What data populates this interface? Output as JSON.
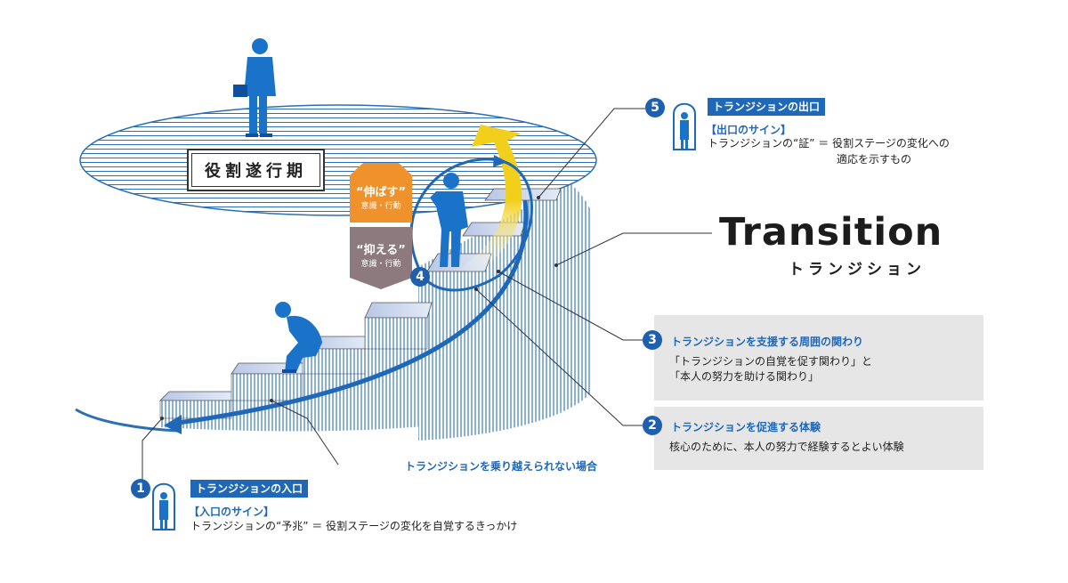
{
  "title": "Transition",
  "subtitle": "トランジション",
  "stage_label": "役割遂行期",
  "tags": {
    "extend": {
      "main": "“伸ばす”",
      "sub": "意識・行動",
      "color": "#f0922b"
    },
    "suppress": {
      "main": "“抑える”",
      "sub": "意識・行動",
      "color": "#8c7a7e"
    }
  },
  "fail_label": "トランジションを乗り越えられない場合",
  "entrance": {
    "number": "1",
    "heading": "トランジションの入口",
    "sign_title": "【入口のサイン】",
    "text": "トランジションの“予兆” ＝ 役割ステージの変化を自覚するきっかけ"
  },
  "experience": {
    "number": "2",
    "heading": "トランジションを促進する体験",
    "text": "核心のために、本人の努力で経験するとよい体験"
  },
  "support": {
    "number": "3",
    "heading": "トランジションを支援する周囲の関わり",
    "lines": [
      "「トランジションの自覚を促す関わり」と",
      "「本人の努力を助ける関わり」"
    ]
  },
  "step4": {
    "number": "4"
  },
  "exit": {
    "number": "5",
    "heading": "トランジションの出口",
    "sign_title": "【出口のサイン】",
    "lines": [
      "トランジションの“証” ＝ 役割ステージの変化への",
      "適応を示すもの"
    ]
  },
  "colors": {
    "accent": "#1f68b8",
    "figure": "#1a73c9",
    "figure_dark": "#0f4f9e",
    "panel": "#e6e6e6",
    "yellow": "#f2cf1a"
  }
}
